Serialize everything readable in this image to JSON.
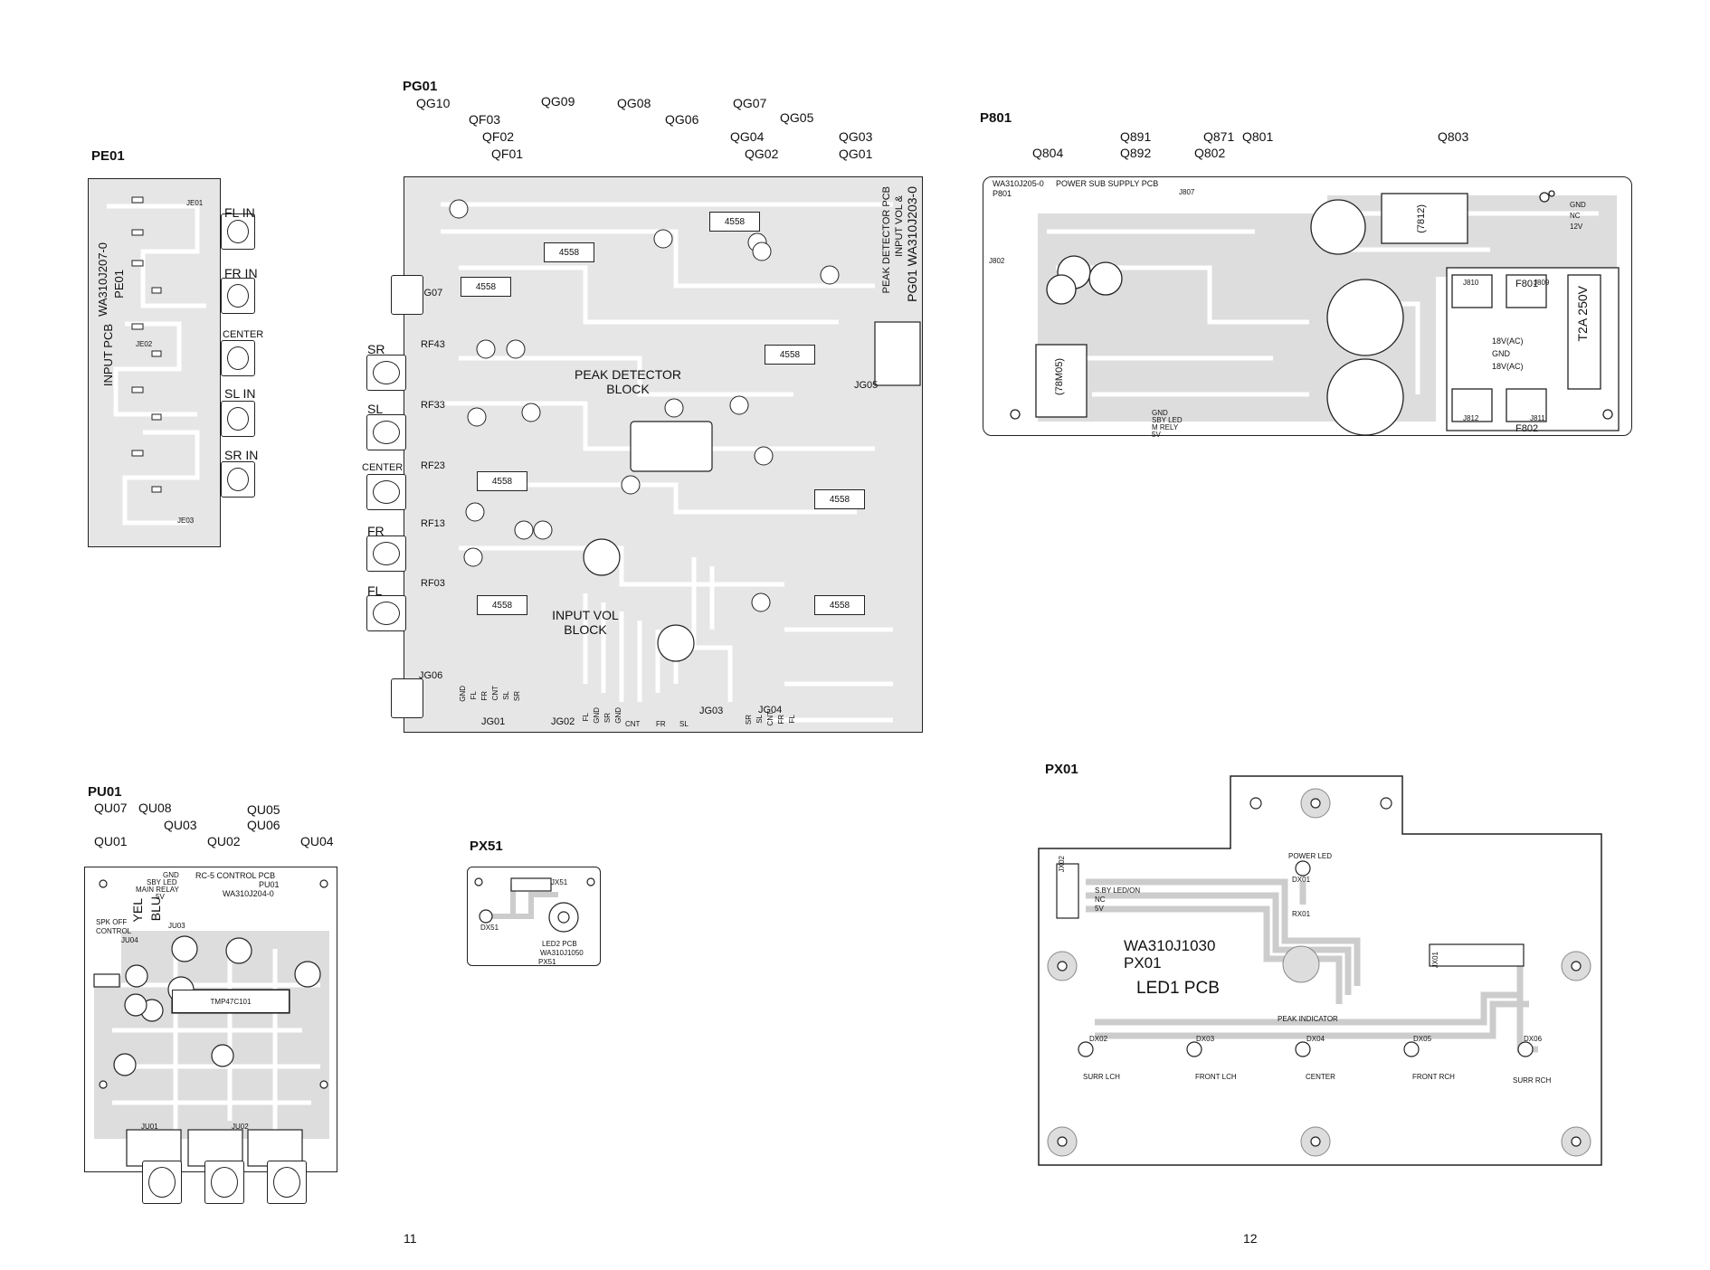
{
  "pe01": {
    "title": "PE01",
    "pcb_name": "INPUT PCB",
    "part_no": "WA310J207-0",
    "board_id": "PE01",
    "inputs": [
      "FL IN",
      "FR IN",
      "CENTER",
      "SL IN",
      "SR IN"
    ],
    "connectors": [
      "JE01",
      "JE02",
      "JE03"
    ]
  },
  "pg01": {
    "title": "PG01",
    "transistors": [
      "QG10",
      "QG09",
      "QG08",
      "QG07",
      "QF03",
      "QG06",
      "QG05",
      "QF02",
      "QG04",
      "QG03",
      "QF01",
      "QG02",
      "QG01"
    ],
    "pcb_name": "PEAK DETECTOR PCB",
    "pcb_name2": "INPUT VOL &",
    "part_no": "PG01  WA310J203-0",
    "blocks": [
      "PEAK DETECTOR BLOCK",
      "INPUT VOL BLOCK"
    ],
    "channel_inputs": [
      "SR",
      "SL",
      "CENTER",
      "FR",
      "FL"
    ],
    "connectors": [
      "RF43",
      "RF33",
      "RF23",
      "RF13",
      "RF03",
      "JG07",
      "JG06",
      "JG01",
      "JG02",
      "JG03",
      "JG04",
      "JG05"
    ],
    "ic_label": "4558",
    "jg01_pins": [
      "GND",
      "FL",
      "FR",
      "CNT",
      "SL",
      "SR"
    ],
    "jg02_pins": [
      "FL",
      "GND",
      "SR",
      "GND",
      "CNT"
    ],
    "jg03_pins": [
      "FR",
      "SL"
    ],
    "jg04_pins": [
      "SR",
      "SL",
      "CNT",
      "FR",
      "FL"
    ]
  },
  "p801": {
    "title": "P801",
    "transistors_row1": [
      "Q891",
      "Q871",
      "Q801",
      "Q803"
    ],
    "transistors_row2": [
      "Q804",
      "Q892",
      "Q802"
    ],
    "pcb_name": "WA310J205-0",
    "board_id": "P801",
    "pcb_desc": "POWER SUB SUPPLY PCB",
    "fuse": "T2A 250V",
    "fuses": [
      "F801",
      "F802"
    ],
    "ac_labels": [
      "18V(AC)",
      "GND",
      "18V(AC)"
    ],
    "regulators": [
      "(7812)",
      "(78M05)"
    ],
    "pins_right": [
      "GND",
      "NC",
      "12V"
    ],
    "connectors": [
      "J802",
      "J807",
      "J810",
      "J809",
      "J812",
      "J811"
    ],
    "relay_labels": [
      "GND",
      "SBY LED",
      "M RELY",
      "5V"
    ]
  },
  "pu01": {
    "title": "PU01",
    "transistors_row1": [
      "QU07",
      "QU08",
      "QU05"
    ],
    "transistors_row2": [
      "QU03",
      "QU06"
    ],
    "transistors_row3": [
      "QU01",
      "QU02",
      "QU04"
    ],
    "pcb_name": "RC-5 CONTROL PCB",
    "board_id": "PU01",
    "part_no": "WA310J204-0",
    "wire_labels": [
      "GND",
      "SBY LED",
      "MAIN RELAY",
      "5V"
    ],
    "colors": [
      "YEL",
      "BLU"
    ],
    "spk_label": "SPK OFF",
    "control_label": "CONTROL",
    "ic": "TMP47C101",
    "connectors": [
      "JU01",
      "JU02",
      "JU03",
      "JU04"
    ]
  },
  "px51": {
    "title": "PX51",
    "connector": "JX51",
    "led": "DX51",
    "pcb_name": "LED2 PCB",
    "part_no": "WA310J1050",
    "board_id": "PX51"
  },
  "px01": {
    "title": "PX01",
    "part_no": "WA310J1030",
    "board_id": "PX01",
    "pcb_name": "LED1 PCB",
    "power_led": "POWER LED",
    "dx01": "DX01",
    "rx01": "RX01",
    "peak_indicator": "PEAK INDICATOR",
    "leds": [
      "DX02",
      "DX03",
      "DX04",
      "DX05",
      "DX06"
    ],
    "led_labels": [
      "SURR LCH",
      "FRONT LCH",
      "CENTER",
      "FRONT RCH",
      "SURR RCH"
    ],
    "connectors": [
      "JX02",
      "JX01"
    ],
    "jx02_pins": [
      "S.BY LED/ON",
      "NC",
      "5V"
    ]
  },
  "page_numbers": [
    "11",
    "12"
  ]
}
